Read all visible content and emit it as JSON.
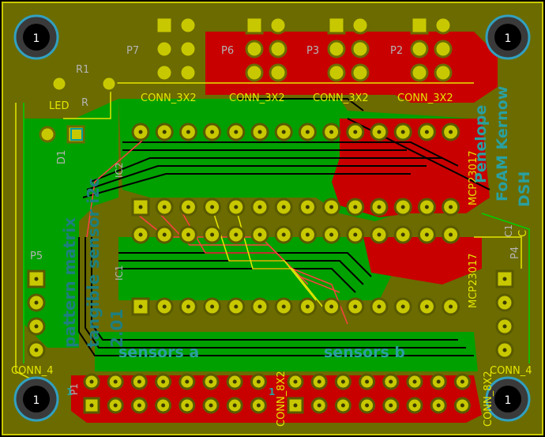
{
  "board": {
    "mounting_hole_label": "1",
    "copper_text": [
      "pattern matrix",
      "tangible sensor i2c",
      "2.01",
      "FoAM Kernow",
      "DSH",
      "Penelope",
      "sensors a",
      "sensors b"
    ],
    "silk_text": {
      "p7": "P7",
      "p6": "P6",
      "p3": "P3",
      "p2": "P2",
      "conn_3x2": "CONN_3X2",
      "r1": "R1",
      "r": "R",
      "led": "LED",
      "d1": "D1",
      "p5": "P5",
      "p4": "P4",
      "conn_4": "CONN_4",
      "mcp_top": "MCP23017",
      "mcp_bottom": "MCP23017",
      "c": "C",
      "c1": "C1",
      "ic2": "IC2",
      "ic1": "IC1",
      "conn_8x2": "CONN_8X2",
      "p1": "P1",
      "b_num": "1",
      "s_num": "1"
    },
    "colors": {
      "background": "#000000",
      "board_fill": "#6b6b00",
      "top_copper": "#c80000",
      "bottom_copper": "#00a000",
      "silkscreen": "#e6e600",
      "pad": "#c8c800",
      "hole_ring": "#32a0c0"
    }
  }
}
